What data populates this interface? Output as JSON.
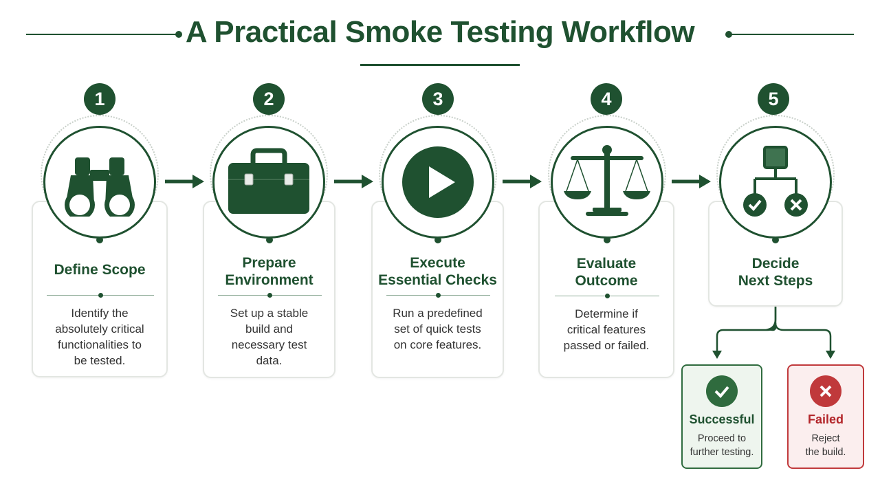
{
  "title": "A Practical Smoke Testing Workflow",
  "steps": [
    {
      "number": "1",
      "title_lines": [
        "Define Scope"
      ],
      "desc_lines": [
        "Identify the",
        "absolutely critical",
        "functionalities to",
        "be tested."
      ],
      "icon": "binoculars-icon"
    },
    {
      "number": "2",
      "title_lines": [
        "Prepare",
        "Environment"
      ],
      "desc_lines": [
        "Set up a stable",
        "build and",
        "necessary test",
        "data."
      ],
      "icon": "toolbox-icon"
    },
    {
      "number": "3",
      "title_lines": [
        "Execute",
        "Essential Checks"
      ],
      "desc_lines": [
        "Run a predefined",
        "set of quick tests",
        "on core features."
      ],
      "icon": "play-icon"
    },
    {
      "number": "4",
      "title_lines": [
        "Evaluate",
        "Outcome"
      ],
      "desc_lines": [
        "Determine if",
        "critical features",
        "passed or failed."
      ],
      "icon": "balance-scale-icon"
    },
    {
      "number": "5",
      "title_lines": [
        "Decide",
        "Next Steps"
      ],
      "desc_lines": [],
      "icon": "decision-tree-icon"
    }
  ],
  "outcomes": {
    "success": {
      "title": "Successful",
      "desc_lines": [
        "Proceed to",
        "further testing."
      ],
      "icon": "checkmark-icon"
    },
    "failed": {
      "title": "Failed",
      "desc_lines": [
        "Reject",
        "the build."
      ],
      "icon": "x-mark-icon"
    }
  },
  "colors": {
    "primary_green": "#1f5130",
    "success_green": "#2f6b3e",
    "failure_red": "#c0393b"
  }
}
